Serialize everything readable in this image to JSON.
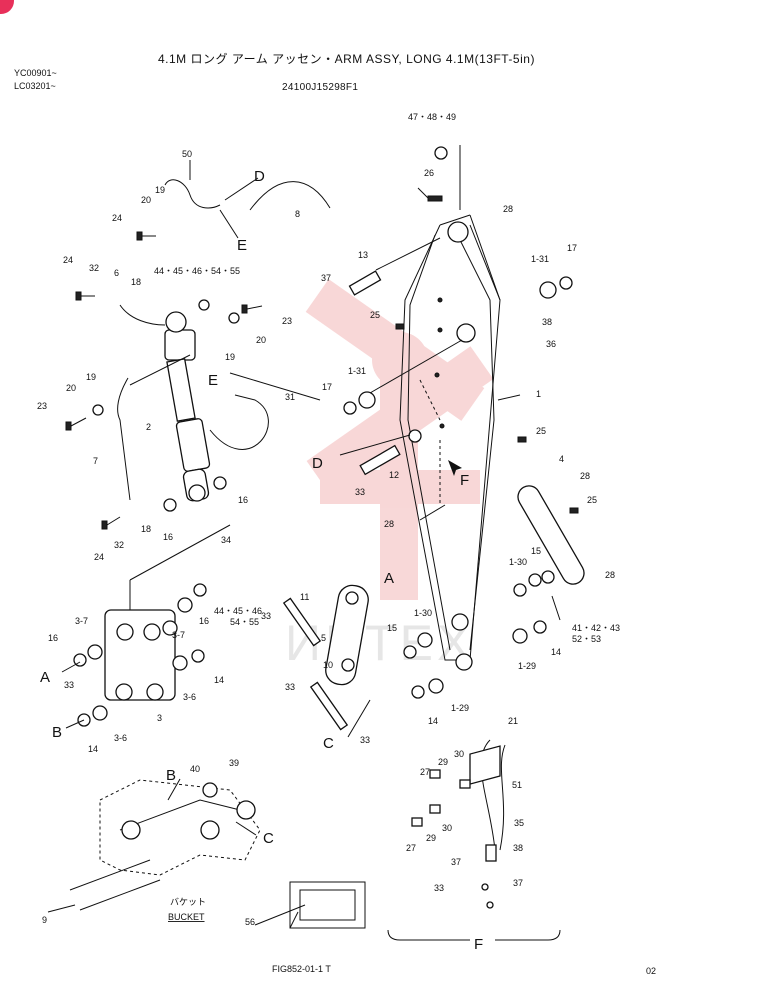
{
  "title": "4.1M ロング アーム アッセン・ARM ASSY, LONG 4.1M(13FT-5in)",
  "serials": [
    "YC00901~",
    "LC03201~"
  ],
  "part_number": "24100J15298F1",
  "figure_number": "FIG852-01-1 T",
  "page_code": "02",
  "watermark_text": "ИНТЕХ",
  "accent_color": "#e8305a",
  "watermark_color": "#f3b8b8",
  "bucket_label_kana": "バケット",
  "bucket_label": "BUCKET",
  "callouts": {
    "c47": "47・48・49",
    "c26": "26",
    "c28a": "28",
    "c50": "50",
    "cD1": "D",
    "c19a": "19",
    "c20a": "20",
    "c24a": "24",
    "c8": "8",
    "cE1": "E",
    "c13": "13",
    "c17a": "17",
    "c131a": "1-31",
    "c37a": "37",
    "c24b": "24",
    "c32a": "32",
    "c6": "6",
    "c18a": "18",
    "c44a": "44・45・46・54・55",
    "c23a": "23",
    "c20b": "20",
    "c19b": "19",
    "c25a": "25",
    "c38a": "38",
    "c36": "36",
    "c19c": "19",
    "c20c": "20",
    "cE2": "E",
    "c31": "31",
    "c17b": "17",
    "c131b": "1-31",
    "c1": "1",
    "c23b": "23",
    "c2": "2",
    "c25b": "25",
    "c7": "7",
    "cD2": "D",
    "c12": "12",
    "c33a": "33",
    "c4": "4",
    "c28b": "28",
    "c25c": "25",
    "cF1": "F",
    "c16a": "16",
    "c18b": "18",
    "c16b": "16",
    "c34": "34",
    "c28c": "28",
    "c24c": "24",
    "c32b": "32",
    "c130a": "1-30",
    "c15a": "15",
    "c28d": "28",
    "c41": "41・42・43",
    "c5253": "52・53",
    "c44b": "44・45・46",
    "c5455": "54・55",
    "c11": "11",
    "cA1": "A",
    "c37b": "3-7",
    "c16c": "16",
    "c16d": "16",
    "c37c": "3-7",
    "c33b": "33",
    "c5": "5",
    "c130b": "1-30",
    "c15b": "15",
    "c14a": "14",
    "c129a": "1-29",
    "cA2": "A",
    "c33c": "33",
    "c3": "3",
    "c36a": "3-6",
    "c14b": "14",
    "c10": "10",
    "c33d": "33",
    "c14c": "14",
    "c129b": "1-29",
    "cB1": "B",
    "c14d": "14",
    "c36b": "3-6",
    "cC1": "C",
    "c33e": "33",
    "c21": "21",
    "c30a": "30",
    "c29a": "29",
    "c27a": "27",
    "c51": "51",
    "c35": "35",
    "c30b": "30",
    "c29b": "29",
    "c27b": "27",
    "c38b": "38",
    "c37d": "37",
    "c37e": "37",
    "c33f": "33",
    "cB2": "B",
    "c40": "40",
    "c39": "39",
    "cC2": "C",
    "c9": "9",
    "c56": "56",
    "cF2": "F"
  }
}
